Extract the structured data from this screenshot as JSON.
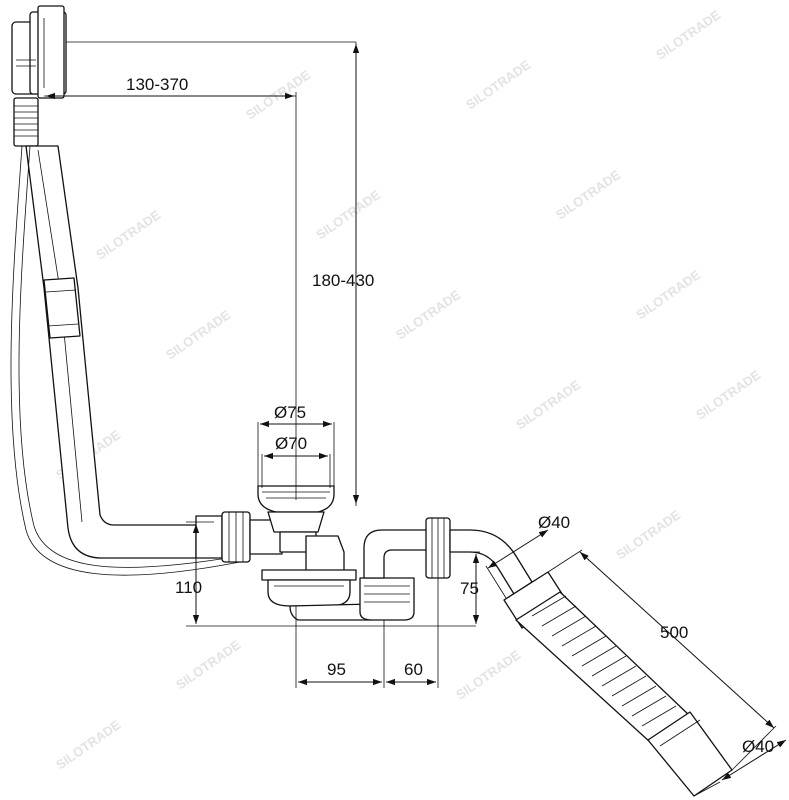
{
  "dimensions": {
    "overflow_reach": "130-370",
    "overflow_height": "180-430",
    "drain_outer_dia": "Ø75",
    "drain_inner_dia": "Ø70",
    "trap_height": "110",
    "trap_offset": "95",
    "outlet_offset": "60",
    "outlet_height": "75",
    "hose_dia_top": "Ø40",
    "hose_length": "500",
    "hose_dia_bottom": "Ø40"
  },
  "watermark": {
    "text": "SILOTRADE"
  },
  "colors": {
    "line": "#111111",
    "watermark": "#e3e3e3"
  }
}
